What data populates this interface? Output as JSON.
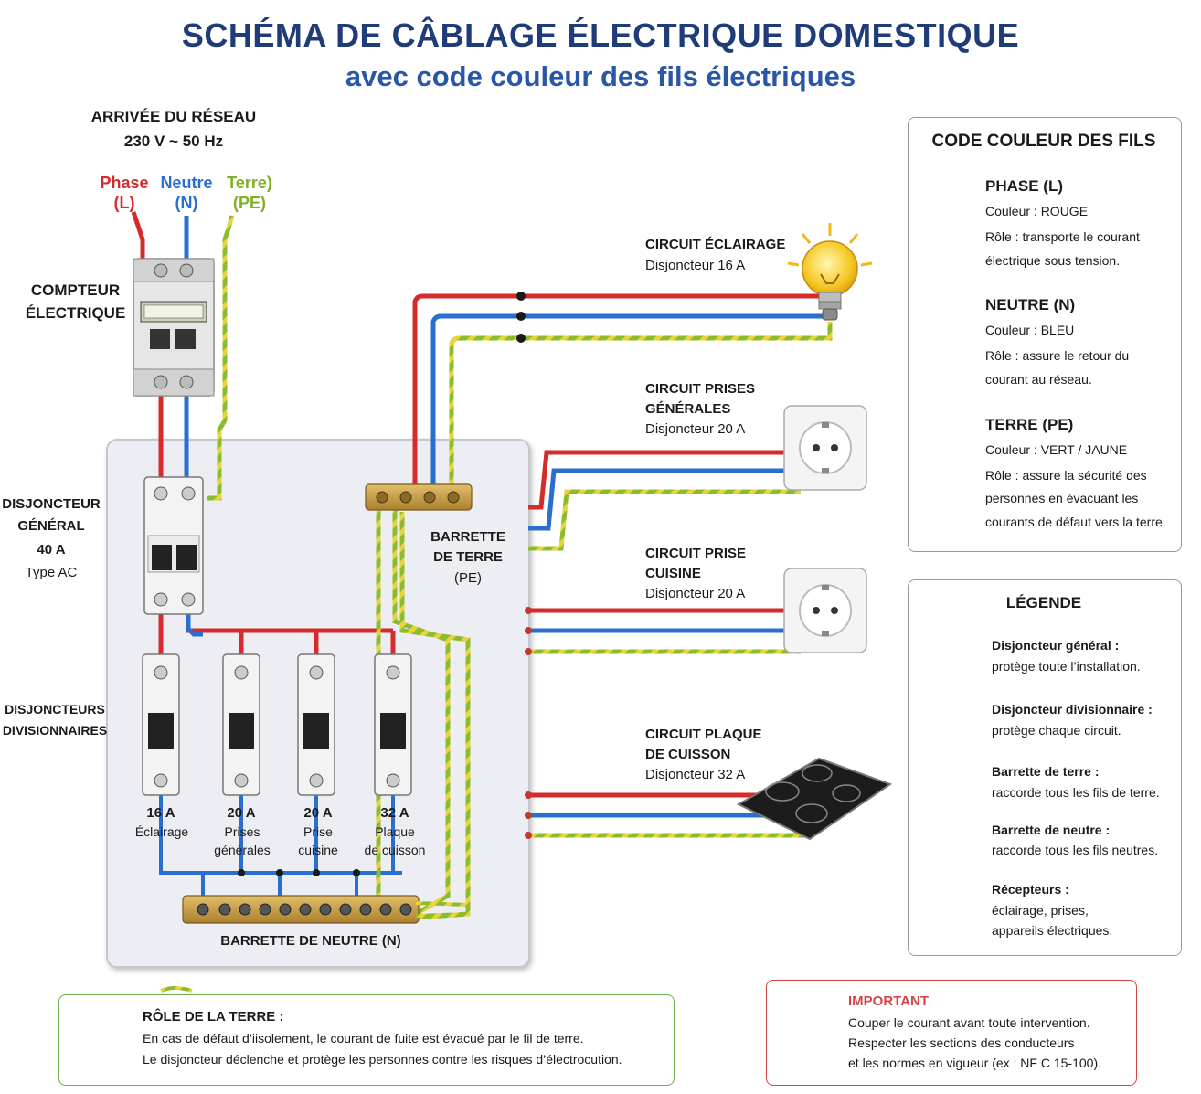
{
  "header": {
    "title": "SCHÉMA DE CÂBLAGE ÉLECTRIQUE DOMESTIQUE",
    "subtitle": "avec code couleur des fils électriques"
  },
  "supply": {
    "heading": "ARRIVÉE DU RÉSEAU",
    "voltage": "230 V ~ 50 Hz",
    "phase_label": "Phase",
    "phase_code": "(L)",
    "neutral_label": "Neutre",
    "neutral_code": "(N)",
    "earth_label": "Terre)",
    "earth_code": "(PE)"
  },
  "meter": {
    "line1": "COMPTEUR",
    "line2": "ÉLECTRIQUE"
  },
  "main_breaker": {
    "line1": "DISJONCTEUR",
    "line2": "GÉNÉRAL",
    "rating": "40 A",
    "type": "Type AC"
  },
  "branch_breakers": {
    "line1": "DISJONCTEURS",
    "line2": "DIVISIONNAIRES",
    "items": [
      {
        "rating": "16 A",
        "line1": "Éclairage",
        "line2": ""
      },
      {
        "rating": "20 A",
        "line1": "Prises",
        "line2": "générales"
      },
      {
        "rating": "20 A",
        "line1": "Prise",
        "line2": "cuisine"
      },
      {
        "rating": "32 A",
        "line1": "Plaque",
        "line2": "de cuisson"
      }
    ]
  },
  "earth_bar": {
    "line1": "BARRETTE",
    "line2": "DE TERRE",
    "line3": "(PE)"
  },
  "neutral_bar": {
    "label": "BARRETTE DE NEUTRE (N)"
  },
  "circuits": [
    {
      "line1": "CIRCUIT ÉCLAIRAGE",
      "line2": "",
      "breaker": "Disjoncteur 16 A"
    },
    {
      "line1": "CIRCUIT PRISES",
      "line2": "GÉNÉRALES",
      "breaker": "Disjoncteur 20 A"
    },
    {
      "line1": "CIRCUIT PRISE",
      "line2": "CUISINE",
      "breaker": "Disjoncteur 20 A"
    },
    {
      "line1": "CIRCUIT PLAQUE",
      "line2": "DE CUISSON",
      "breaker": "Disjoncteur 32 A"
    }
  ],
  "color_code": {
    "title": "CODE COULEUR DES FILS",
    "items": [
      {
        "name": "PHASE (L)",
        "color_text": "Couleur : ROUGE",
        "role1": "Rôle : transporte le courant",
        "role2": "électrique sous tension.",
        "color": "#d62b2b"
      },
      {
        "name": "NEUTRE (N)",
        "color_text": "Couleur : BLEU",
        "role1": "Rôle : assure le retour du",
        "role2": "courant au réseau.",
        "color": "#2a6fd0"
      },
      {
        "name": "TERRE (PE)",
        "color_text": "Couleur : VERT / JAUNE",
        "role1": "Rôle : assure la sécurité des",
        "role2": "personnes en évacuant les",
        "role3": "courants de défaut vers la terre.",
        "color": "#9cc23a"
      }
    ]
  },
  "legend": {
    "title": "LÉGENDE",
    "items": [
      {
        "name": "Disjoncteur général :",
        "desc": "protège toute l’installation.",
        "desc2": ""
      },
      {
        "name": "Disjoncteur divisionnaire :",
        "desc": "protège chaque circuit.",
        "desc2": ""
      },
      {
        "name": "Barrette de terre :",
        "desc": "raccorde tous les fils de terre.",
        "desc2": ""
      },
      {
        "name": "Barrette de neutre :",
        "desc": "raccorde tous les fils neutres.",
        "desc2": ""
      },
      {
        "name": "Récepteurs :",
        "desc": "éclairage, prises,",
        "desc2": "appareils électriques."
      }
    ]
  },
  "earth_role": {
    "title": "RÔLE DE LA TERRE :",
    "line1": "En cas de défaut d’iisolement, le courant de fuite est évacué par le fil de terre.",
    "line2": "Le disjoncteur déclenche et protège les personnes contre les risques d’électrocution."
  },
  "important": {
    "title": "IMPORTANT",
    "line1": "Couper le courant avant toute intervention.",
    "line2": "Respecter les sections des conducteurs",
    "line3": "et les normes en vigueur (ex : NF C 15-100)."
  },
  "colors": {
    "phase": "#d62b2b",
    "neutral": "#2a6fd0",
    "earth_green": "#8dbb2e",
    "earth_yellow": "#e8d33a",
    "title_blue": "#1f3c78",
    "accent_red": "#d64545",
    "accent_green": "#4f9a2e"
  }
}
